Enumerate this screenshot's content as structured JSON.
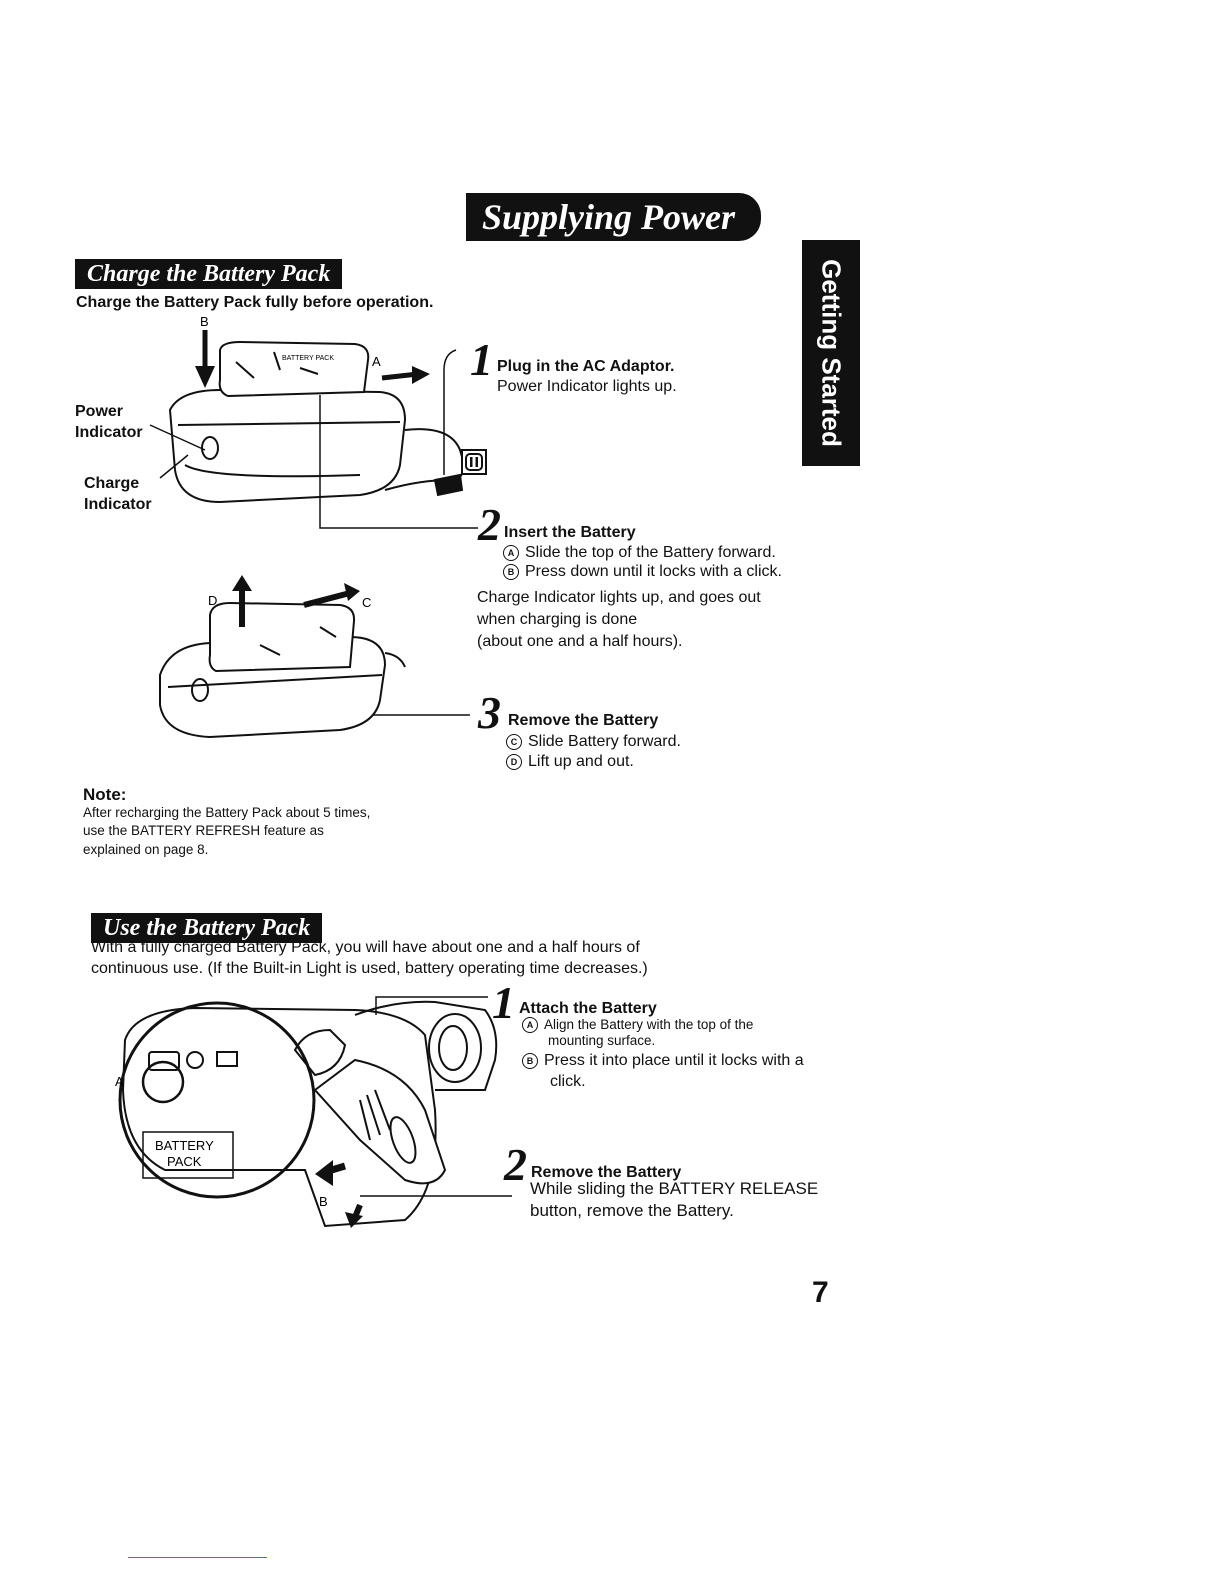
{
  "header": {
    "title": "Supplying Power",
    "side_tab": "Getting Started"
  },
  "charge_section": {
    "heading": "Charge the Battery Pack",
    "intro": "Charge the Battery Pack fully before operation.",
    "labels": {
      "power_1": "Power",
      "power_2": "Indicator",
      "charge_1": "Charge",
      "charge_2": "Indicator",
      "mark_a": "A",
      "mark_b": "B",
      "mark_c": "C",
      "mark_d": "D",
      "pack_label": "BATTERY PACK"
    },
    "step1": {
      "num": "1",
      "title": "Plug in the AC Adaptor.",
      "line1": "Power Indicator lights up."
    },
    "step2": {
      "num": "2",
      "title": "Insert the Battery",
      "a_mark": "A",
      "a_text": "Slide the top of the Battery forward.",
      "b_mark": "B",
      "b_text": "Press down until it locks with a click.",
      "note1": "Charge Indicator lights up, and goes out",
      "note2": "when charging is done",
      "note3": "(about one and a half hours)."
    },
    "step3": {
      "num": "3",
      "title": "Remove the Battery",
      "c_mark": "C",
      "c_text": "Slide Battery forward.",
      "d_mark": "D",
      "d_text": "Lift up and out."
    },
    "note": {
      "heading": "Note:",
      "line1": "After recharging the Battery Pack about 5 times,",
      "line2": "use the BATTERY REFRESH feature as",
      "line3": "explained on page 8."
    }
  },
  "use_section": {
    "heading": "Use the Battery Pack",
    "intro1": "With a fully charged Battery Pack, you will have about one and a half hours of",
    "intro2": "continuous use. (If the Built-in Light is used, battery operating time decreases.)",
    "labels": {
      "mark_a": "A",
      "mark_b": "B",
      "battery_1": "BATTERY",
      "battery_2": "PACK"
    },
    "step1": {
      "num": "1",
      "title": "Attach the Battery",
      "a_mark": "A",
      "a_text1": "Align the Battery with the top of the",
      "a_text2": "mounting surface.",
      "b_mark": "B",
      "b_text1": "Press it into place until it locks with a",
      "b_text2": "click."
    },
    "step2": {
      "num": "2",
      "title": "Remove the Battery",
      "line1": "While sliding the BATTERY RELEASE",
      "line2": "button, remove the Battery."
    }
  },
  "page_number": "7"
}
